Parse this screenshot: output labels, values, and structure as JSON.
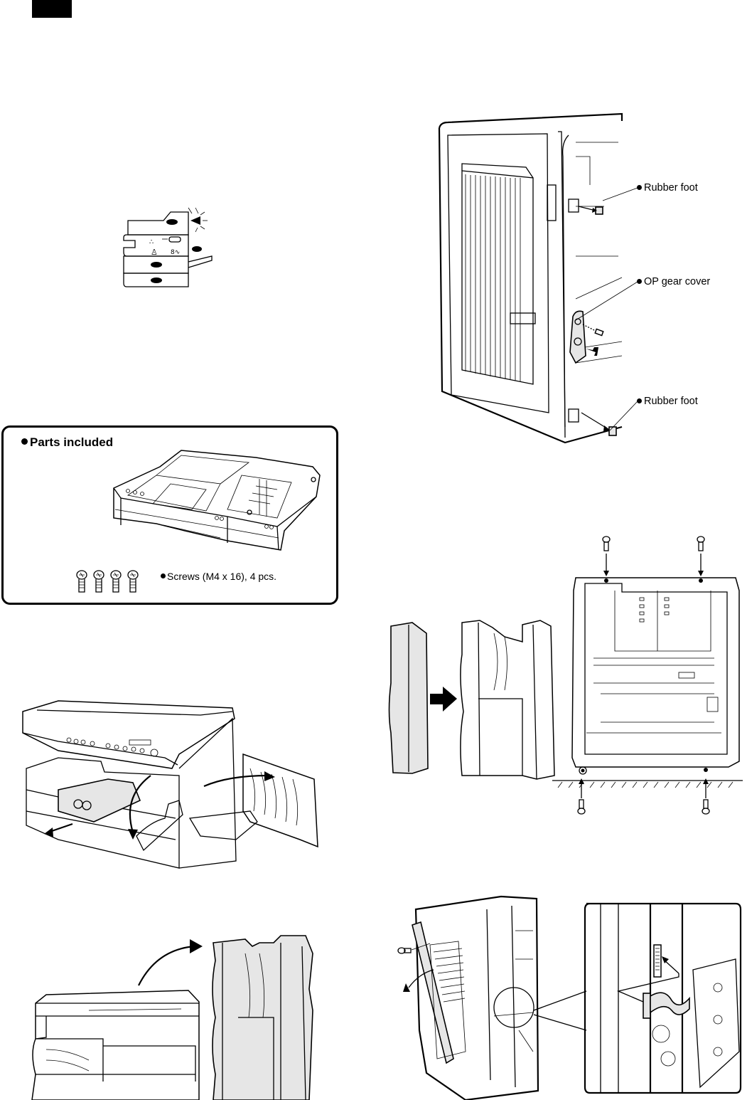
{
  "page": {
    "section_tab": ""
  },
  "figures": {
    "indicator_panel": {
      "icon": "toner-cartridge-replacement-indicator-icon"
    },
    "parts_included": {
      "title": "Parts included",
      "items": [
        {
          "label": "Screws (M4 x 16), 4 pcs.",
          "icon": "screw-icon",
          "count": 4
        }
      ],
      "illustration": "paper-feed-unit-icon"
    },
    "side_view": {
      "callouts": [
        {
          "label": "Rubber foot"
        },
        {
          "label": "OP gear cover"
        },
        {
          "label": "Rubber foot"
        }
      ]
    },
    "copier_open": {
      "illustration": "copier-open-covers-icon"
    },
    "copier_stand": {
      "illustration": "copier-stand-on-side-icon"
    },
    "mount_unit": {
      "illustration": "feed-unit-mounting-icon"
    },
    "cable_connect": {
      "illustration": "harness-connector-detail-icon"
    }
  },
  "colors": {
    "ink": "#000000",
    "shade": "#e6e6e6",
    "paper": "#ffffff"
  }
}
